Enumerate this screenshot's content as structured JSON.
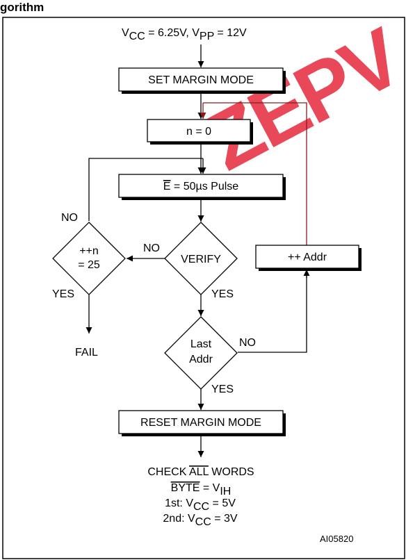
{
  "figure": {
    "title_visible": "gorithm",
    "reference": "AI05820"
  },
  "watermark": {
    "text": "ZEPV",
    "color": "#e8394a"
  },
  "supply": {
    "vcc_label": "V",
    "vcc_sub": "CC",
    "vcc_value": " = 6.25V, V",
    "vpp_sub": "PP",
    "vpp_value": " = 12V"
  },
  "steps": {
    "set_margin": "SET MARGIN MODE",
    "n_zero": "n = 0",
    "pulse_e": "E",
    "pulse_rest": " = 50µs Pulse",
    "verify": "VERIFY",
    "counter_line1": "++n",
    "counter_line2": "= 25",
    "addr_increment": "++ Addr",
    "last_line1": "Last",
    "last_line2": "Addr",
    "reset_margin": "RESET MARGIN MODE",
    "fail": "FAIL"
  },
  "branches": {
    "no_counter": "NO",
    "no_verify": "NO",
    "yes_counter": "YES",
    "yes_verify": "YES",
    "no_last": "NO",
    "yes_last": "YES"
  },
  "check": {
    "line1_pre": "CHECK ",
    "line1_ov": "ALL",
    "line1_post": " WORDS",
    "byte_ov": "BYTE",
    "byte_eq": " = V",
    "byte_sub": "IH",
    "first_pre": "1st: V",
    "first_sub": "CC",
    "first_post": " = 5V",
    "second_pre": "2nd: V",
    "second_sub": "CC",
    "second_post": " = 3V"
  },
  "colors": {
    "flow_line": "#000000",
    "loop_line": "#8b1a1a",
    "border": "#000000"
  }
}
